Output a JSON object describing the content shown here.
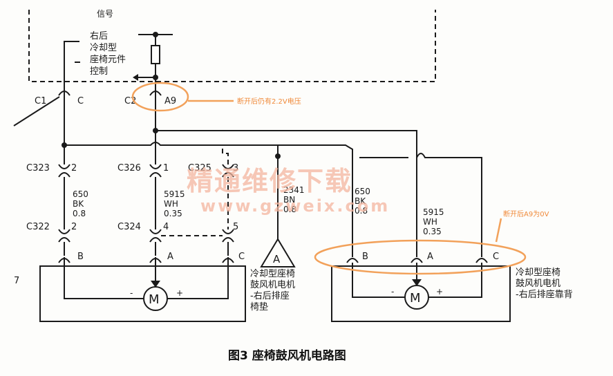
{
  "signal_label": "信号",
  "module_label": [
    "右后",
    "冷却型",
    "座椅元件",
    "控制"
  ],
  "connectors": {
    "c1": "C1",
    "c": "C",
    "c2": "C2",
    "a9": "A9",
    "c323": "C323",
    "c323_pin": "2",
    "c326": "C326",
    "c326_pin": "1",
    "c325": "C325",
    "c325_pin": "3",
    "c322": "C322",
    "c322_pin": "2",
    "c324": "C324",
    "c324_pin": "4",
    "c325b_pin": "5"
  },
  "wires": {
    "w650_left": [
      "650",
      "BK",
      "0.8"
    ],
    "w5915_left": [
      "5915",
      "WH",
      "0.35"
    ],
    "w2341": [
      "2341",
      "BN",
      "0.8"
    ],
    "w650_right": [
      "650",
      "BK",
      "0.8"
    ],
    "w5915_right": [
      "5915",
      "WH",
      "0.35"
    ]
  },
  "pins_left": [
    "B",
    "A",
    "C"
  ],
  "pins_right": [
    "B",
    "A",
    "C"
  ],
  "motor_symbol": "M",
  "minus": "-",
  "plus": "+",
  "triangle_label": "A",
  "left_motor_label": [
    "冷却型座椅",
    "鼓风机电机",
    "-右后排座",
    "椅垫"
  ],
  "right_motor_label": [
    "冷却型座椅",
    "鼓风机电机",
    "-右后排座靠背"
  ],
  "left_number": "7",
  "annotation_a9": "断开后仍有2.2V电压",
  "annotation_right": "断开后A9为0V",
  "watermark_cn": "精通维修下载",
  "watermark_url": "www.gzweix.com",
  "caption": "图3 座椅鼓风机电路图"
}
